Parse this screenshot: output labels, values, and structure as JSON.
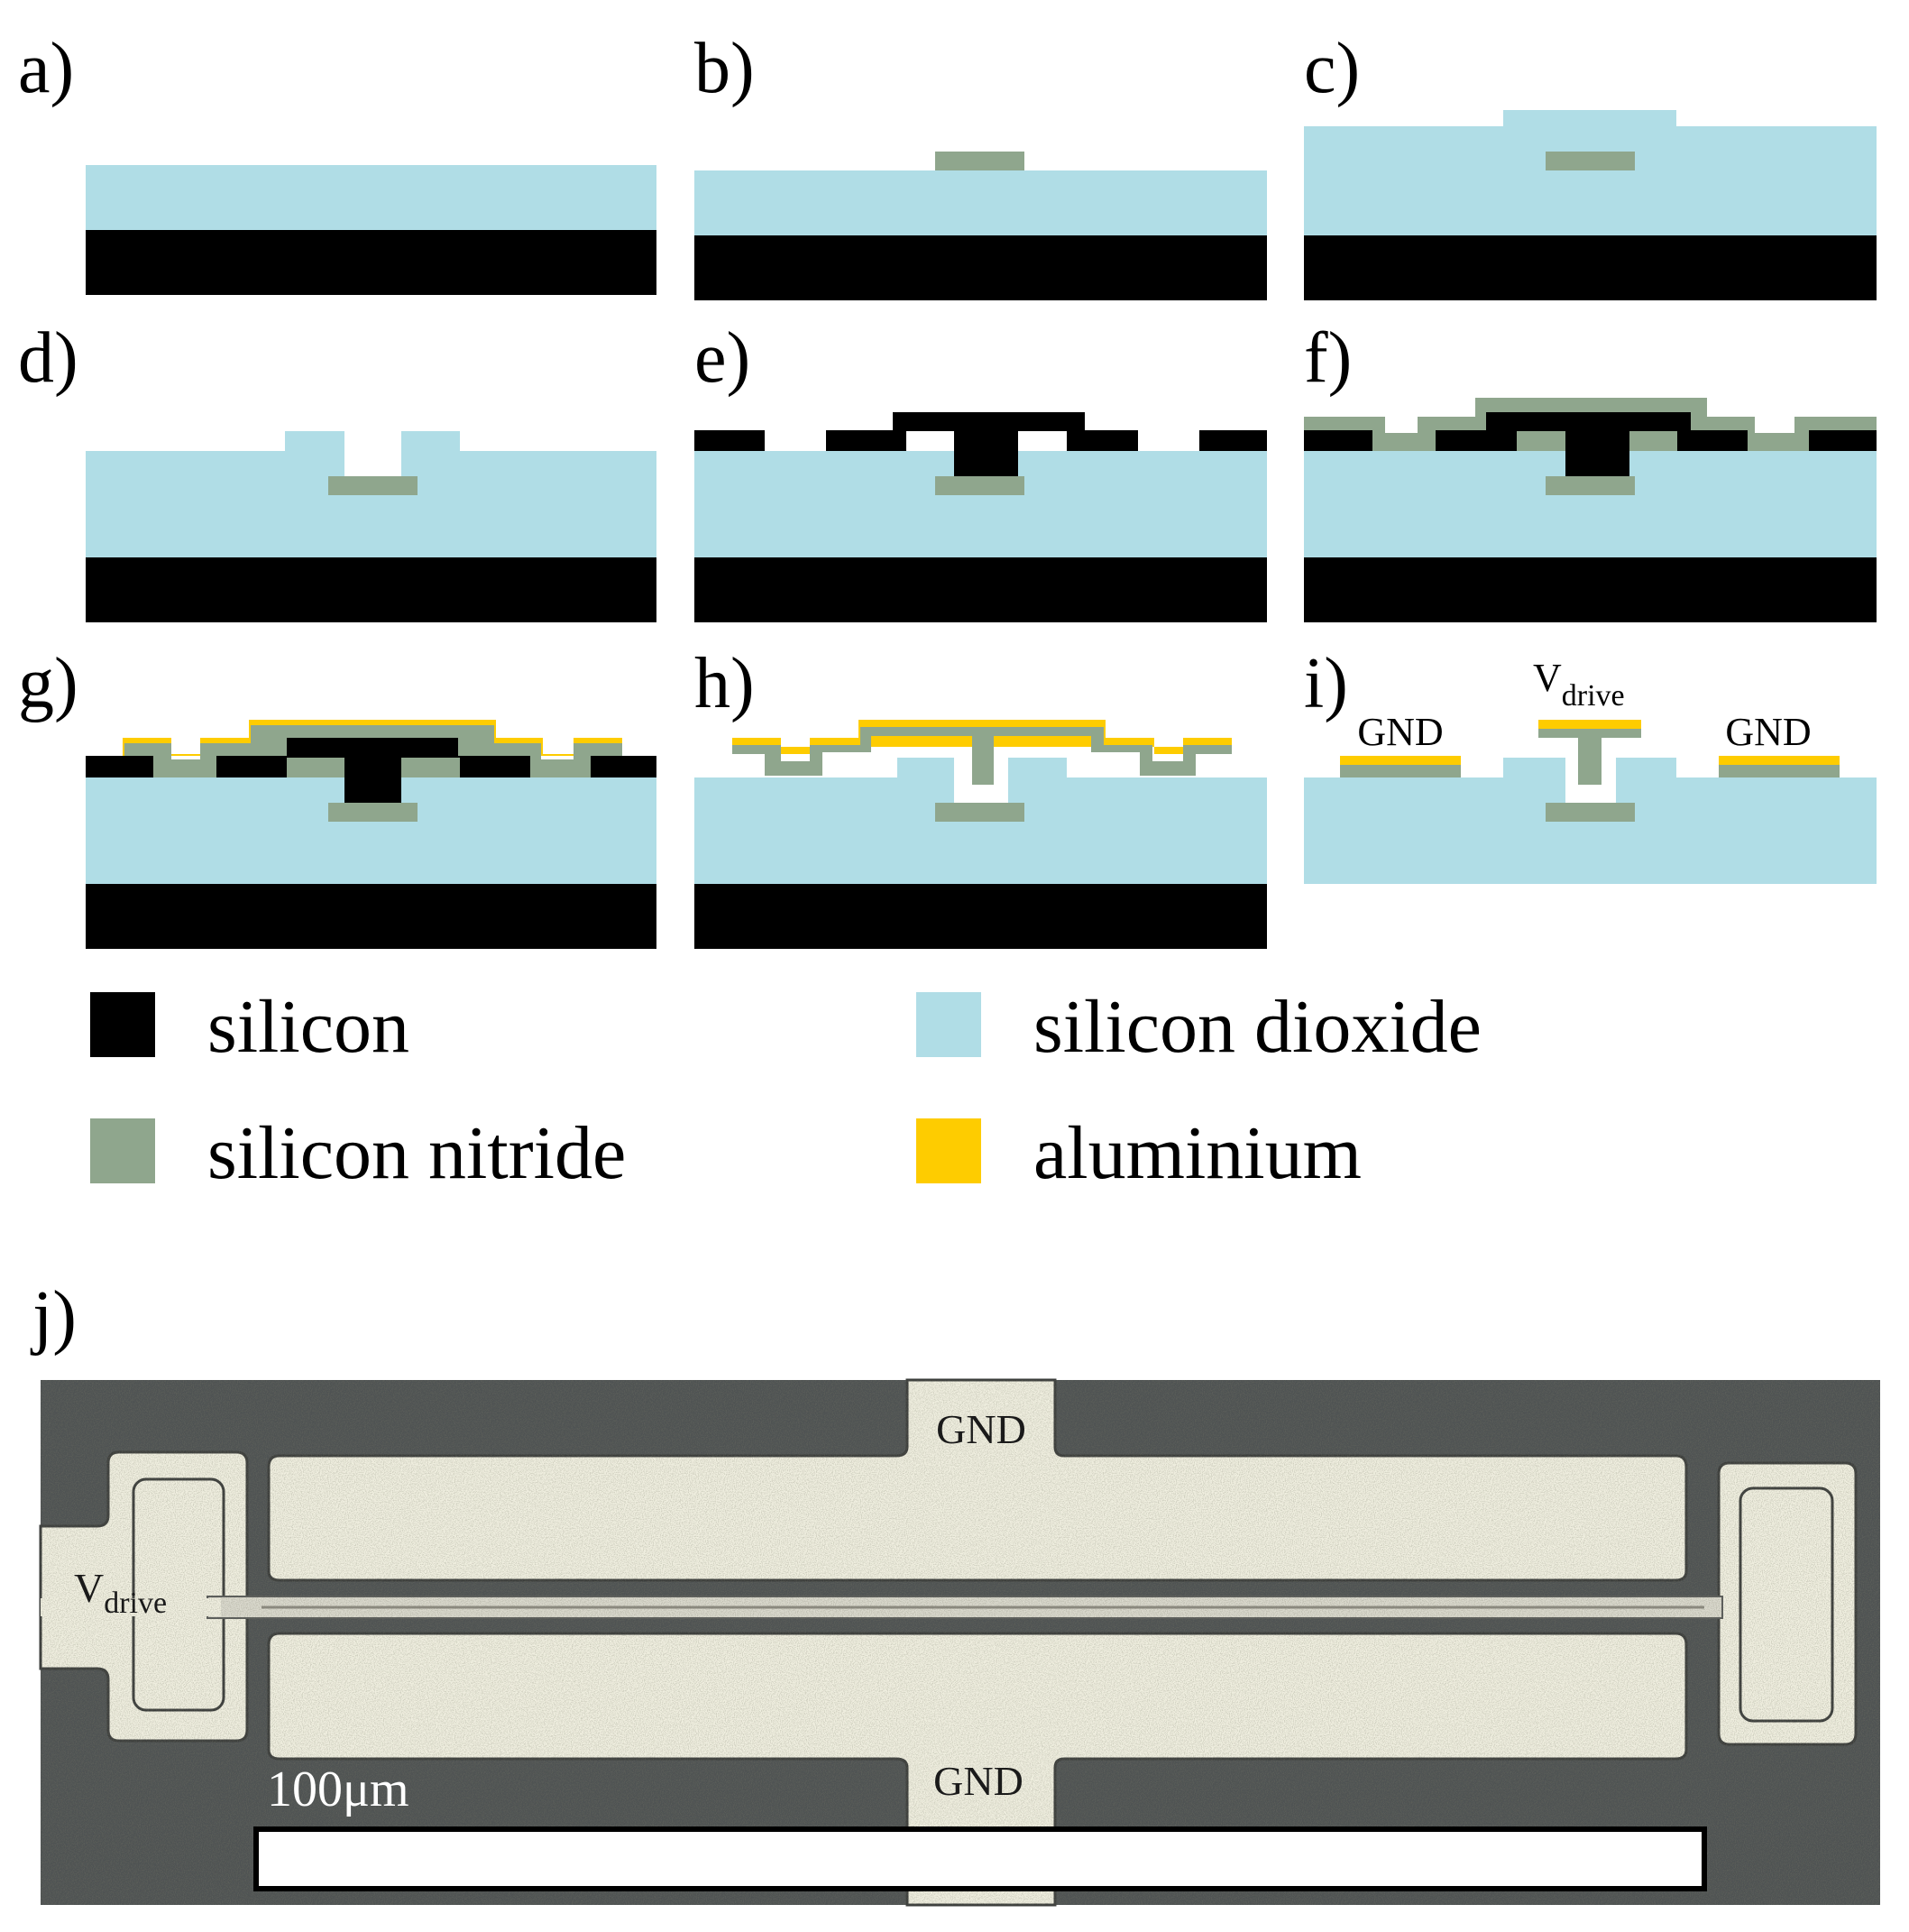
{
  "colors": {
    "silicon": "#000000",
    "silicon_dioxide": "#b0dde6",
    "silicon_nitride": "#8fa68d",
    "aluminium": "#fecc00",
    "photo_background": "#4f5353",
    "photo_metal": "#efeedf"
  },
  "panels": {
    "a": "a)",
    "b": "b)",
    "c": "c)",
    "d": "d)",
    "e": "e)",
    "f": "f)",
    "g": "g)",
    "h": "h)",
    "i": "i)",
    "j": "j)"
  },
  "panel_i_labels": {
    "gnd_left": "GND",
    "vdrive_main": "V",
    "vdrive_sub": "drive",
    "gnd_right": "GND"
  },
  "legend": {
    "silicon": "silicon",
    "silicon_dioxide": "silicon dioxide",
    "silicon_nitride": "silicon nitride",
    "aluminium": "aluminium"
  },
  "photo": {
    "gnd_top": "GND",
    "gnd_bottom": "GND",
    "vdrive_main": "V",
    "vdrive_sub": "drive",
    "scale_bar": "100μm"
  }
}
